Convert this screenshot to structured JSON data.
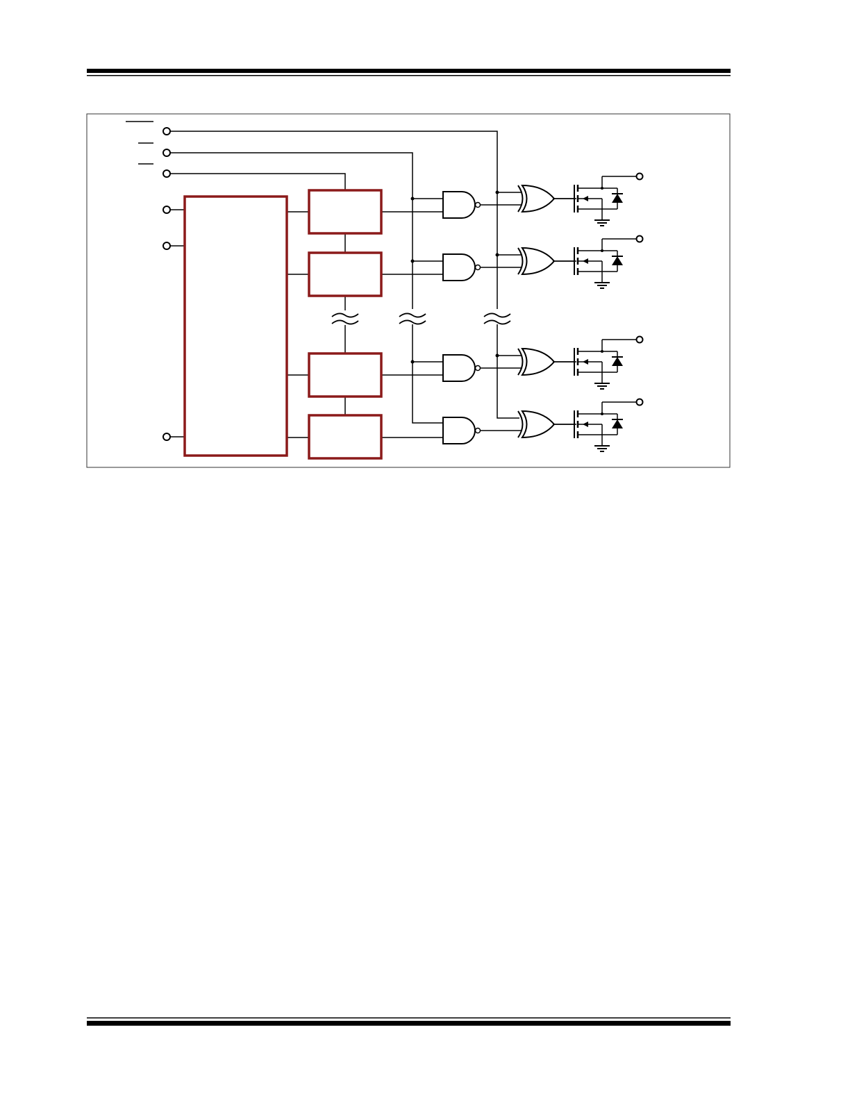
{
  "header": {},
  "footer": {},
  "diagram": {
    "kind": "block-diagram",
    "inputs": [
      "overbar-input-1",
      "overbar-input-2",
      "overbar-input-3",
      "input-4",
      "input-5",
      "input-6"
    ],
    "register_stages": 4,
    "nand_gates": 4,
    "xor_gates": 4,
    "output_channels": 4,
    "colors": {
      "block_outline": "#8b1a1a",
      "wire": "#000000",
      "frame": "#333333"
    }
  }
}
